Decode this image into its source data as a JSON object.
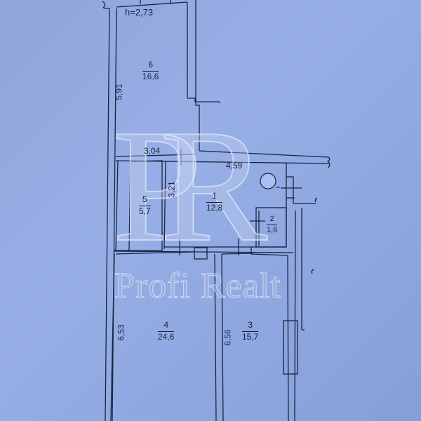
{
  "plan": {
    "ceiling_height": "h=2,73",
    "rooms": [
      {
        "number": "6",
        "area": "16,6"
      },
      {
        "number": "5",
        "area": "5,7"
      },
      {
        "number": "1",
        "area": "12,8"
      },
      {
        "number": "2",
        "area": "1,6"
      },
      {
        "number": "4",
        "area": "24,6"
      },
      {
        "number": "3",
        "area": "15,7"
      }
    ],
    "dimensions": {
      "room6_length": "5,91",
      "top_width_left": "3,04",
      "top_width_right": "4,59",
      "room5_depth": "3,21",
      "room4_length": "6,53",
      "room3_length": "6,56"
    }
  },
  "watermark": {
    "logo": "PR",
    "text": "Profi Realt"
  },
  "colors": {
    "paper": "#92aae2",
    "lines": "#1a2340",
    "watermark": "#e1e8fa"
  }
}
